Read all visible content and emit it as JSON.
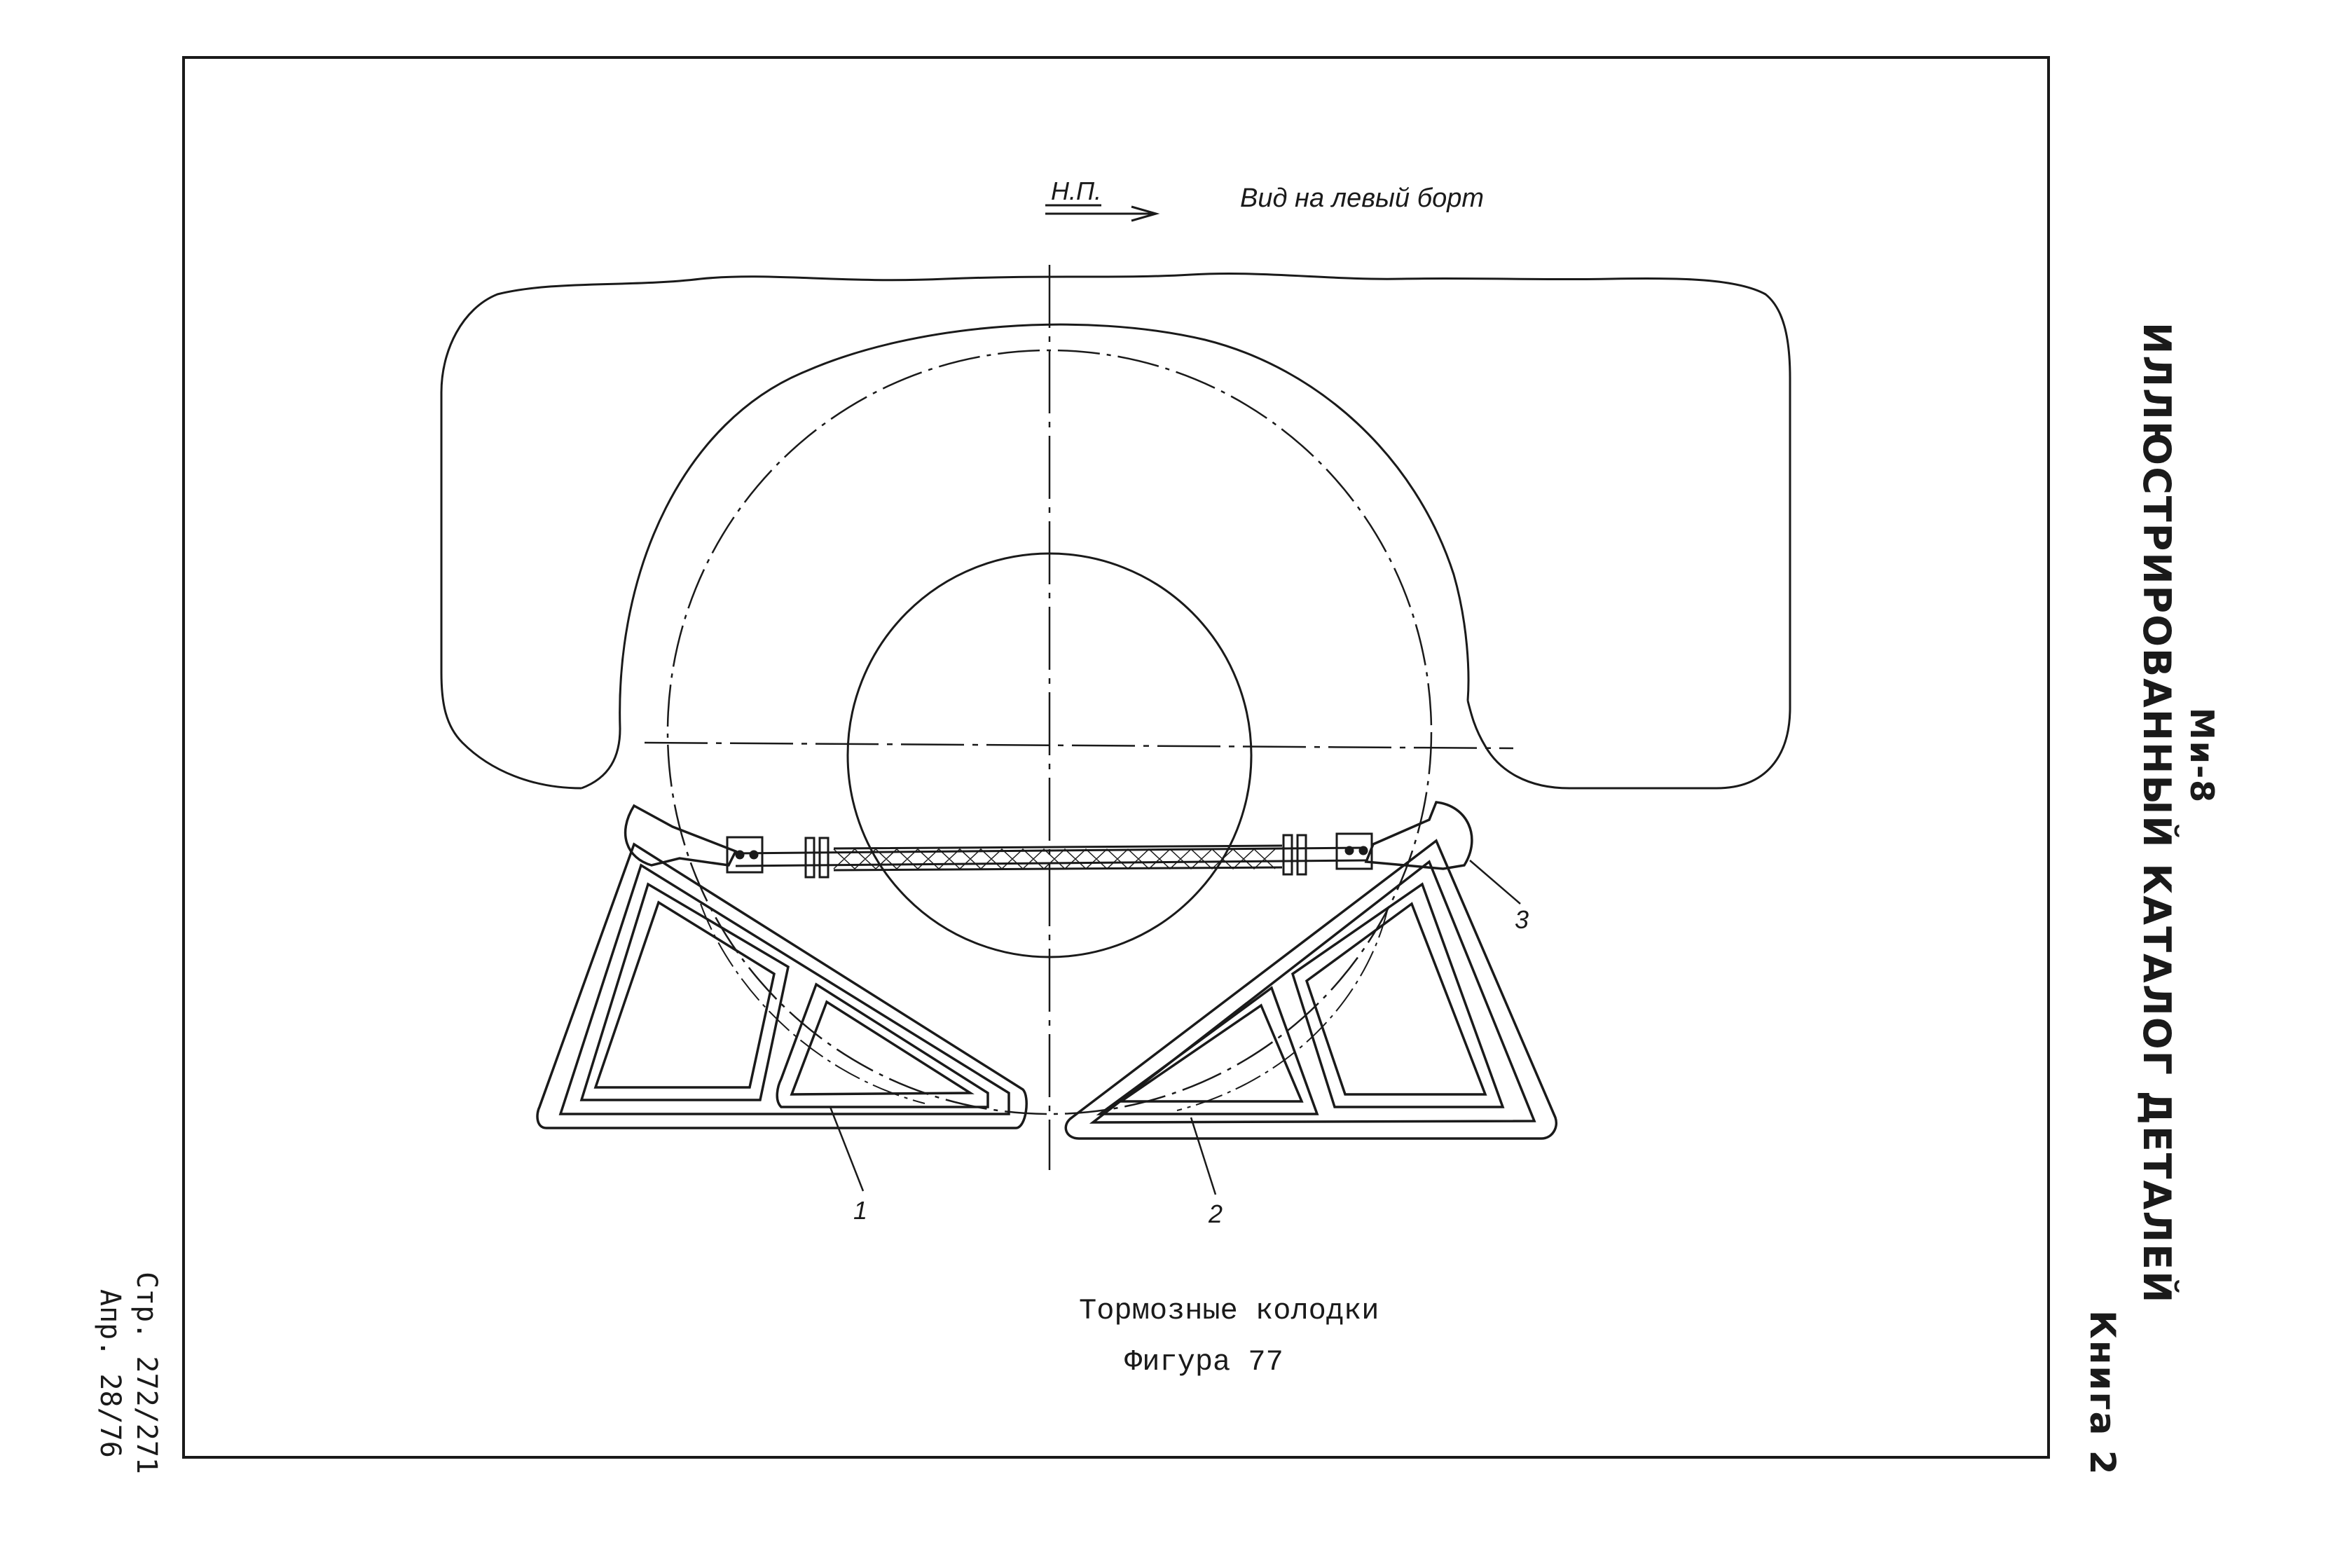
{
  "header": {
    "direction_label": "Н.П.",
    "view_label": "Вид на левый борт"
  },
  "side": {
    "model": "Ми-8",
    "catalog_title": "ИЛЛЮСТРИРОВАННЫЙ КАТАЛОГ ДЕТАЛЕЙ",
    "book": "Книга 2"
  },
  "footer": {
    "page": "Стр. 272/271",
    "date": "Апр. 28/76"
  },
  "figure": {
    "caption": "Тормозные колодки",
    "number": "Фигура 77",
    "callouts": [
      "1",
      "2",
      "3"
    ]
  }
}
